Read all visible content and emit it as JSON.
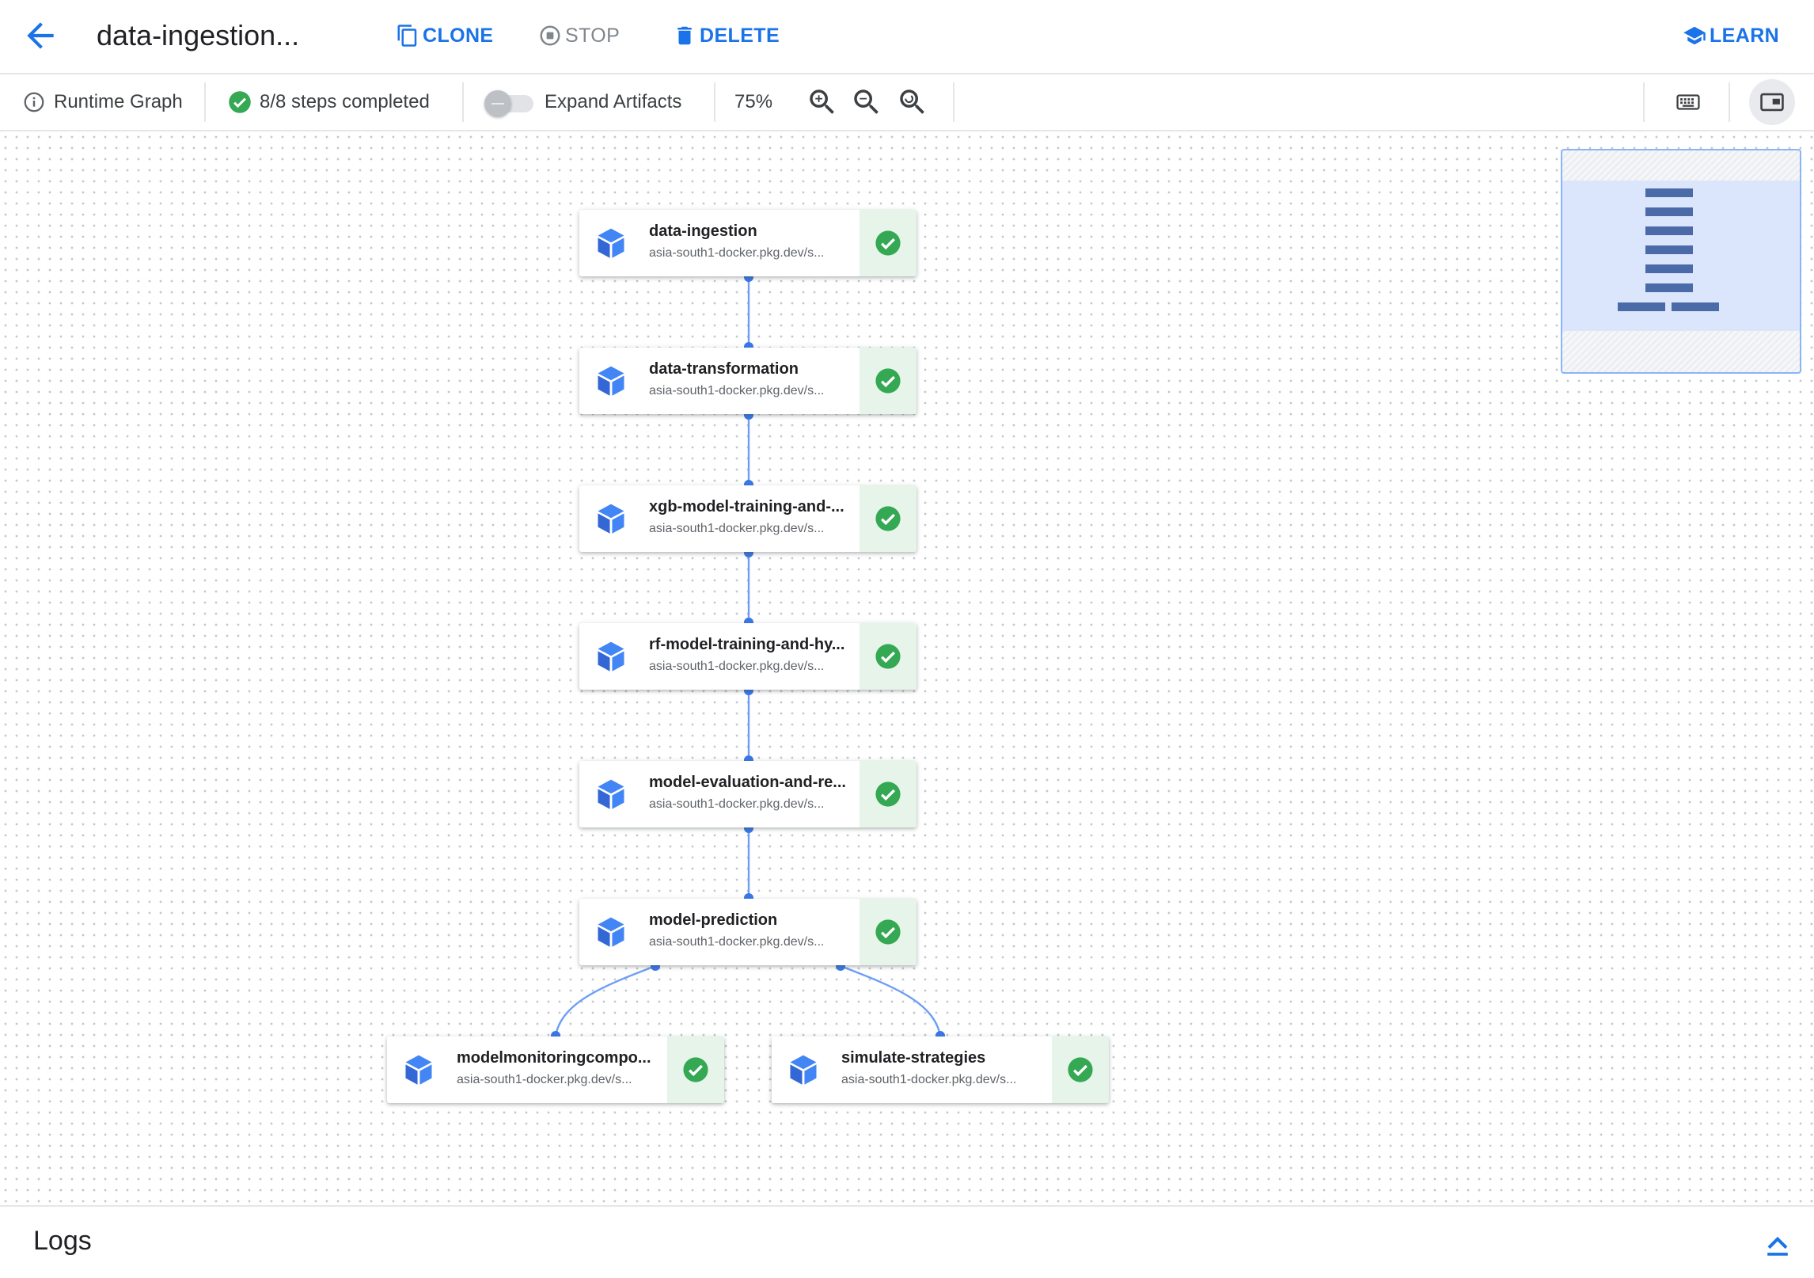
{
  "header": {
    "title": "data-ingestion...",
    "clone_label": "CLONE",
    "stop_label": "STOP",
    "delete_label": "DELETE",
    "learn_label": "LEARN"
  },
  "toolbar": {
    "runtime_graph_label": "Runtime Graph",
    "steps_status": "8/8 steps completed",
    "expand_artifacts_label": "Expand Artifacts",
    "expand_artifacts_on": false,
    "zoom_level": "75%"
  },
  "graph": {
    "nodes": [
      {
        "name": "data-ingestion",
        "image": "asia-south1-docker.pkg.dev/s...",
        "status": "succeeded"
      },
      {
        "name": "data-transformation",
        "image": "asia-south1-docker.pkg.dev/s...",
        "status": "succeeded"
      },
      {
        "name": "xgb-model-training-and-...",
        "image": "asia-south1-docker.pkg.dev/s...",
        "status": "succeeded"
      },
      {
        "name": "rf-model-training-and-hy...",
        "image": "asia-south1-docker.pkg.dev/s...",
        "status": "succeeded"
      },
      {
        "name": "model-evaluation-and-re...",
        "image": "asia-south1-docker.pkg.dev/s...",
        "status": "succeeded"
      },
      {
        "name": "model-prediction",
        "image": "asia-south1-docker.pkg.dev/s...",
        "status": "succeeded"
      },
      {
        "name": "modelmonitoringcompo...",
        "image": "asia-south1-docker.pkg.dev/s...",
        "status": "succeeded"
      },
      {
        "name": "simulate-strategies",
        "image": "asia-south1-docker.pkg.dev/s...",
        "status": "succeeded"
      }
    ]
  },
  "logs": {
    "title": "Logs"
  },
  "colors": {
    "accent": "#1a73e8",
    "success": "#34a853",
    "node_icon": "#4285f4",
    "edge": "#4285f4"
  }
}
